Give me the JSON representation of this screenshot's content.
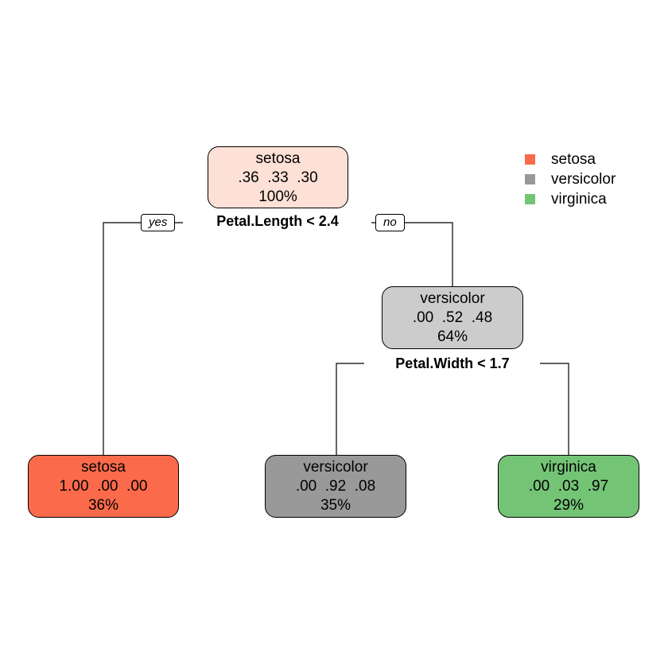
{
  "nodes": {
    "root": {
      "class": "setosa",
      "probs": ".36  .33  .30",
      "pct": "100%",
      "fill": "#fde0d6"
    },
    "n2": {
      "class": "setosa",
      "probs": "1.00  .00  .00",
      "pct": "36%",
      "fill": "#fb6a4a"
    },
    "n3": {
      "class": "versicolor",
      "probs": ".00  .52  .48",
      "pct": "64%",
      "fill": "#cccccc"
    },
    "n6": {
      "class": "versicolor",
      "probs": ".00  .92  .08",
      "pct": "35%",
      "fill": "#999999"
    },
    "n7": {
      "class": "virginica",
      "probs": ".00  .03  .97",
      "pct": "29%",
      "fill": "#74c476"
    }
  },
  "splits": {
    "root": "Petal.Length < 2.4",
    "n3": "Petal.Width < 1.7"
  },
  "branch_labels": {
    "yes": "yes",
    "no": "no"
  },
  "legend": [
    {
      "label": "setosa",
      "color": "#fb6a4a"
    },
    {
      "label": "versicolor",
      "color": "#999999"
    },
    {
      "label": "virginica",
      "color": "#74c476"
    }
  ]
}
